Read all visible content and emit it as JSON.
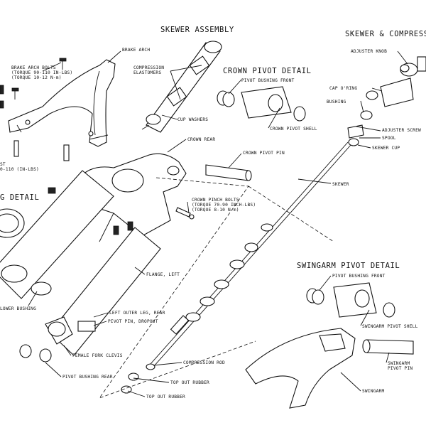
{
  "headers": {
    "skewer_assembly": "SKEWER ASSEMBLY",
    "skewer_compression": "SKEWER & COMPRESS",
    "crown_pivot_detail": "CROWN PIVOT DETAIL",
    "swingarm_pivot_detail": "SWINGARM PIVOT DETAIL",
    "bushing_detail_partial": "G DETAIL"
  },
  "labels": {
    "brake_arch": "BRAKE ARCH",
    "brake_arch_bolts": "BRAKE ARCH BOLTS\n(TORQUE 90-110 IN-LBS)\n(TORQUE 10-12 N-m)",
    "brake_partial": "ST\n0-110 (IN-LBS)",
    "compression_elastomers": "COMPRESSION\nELASTOMERS",
    "cup_washers": "CUP WASHERS",
    "pivot_bushing_front_crown": "PIVOT BUSHING FRONT",
    "crown_pivot_shell": "CROWN PIVOT SHELL",
    "crown_rear": "CROWN REAR",
    "crown_pivot_pin": "CROWN PIVOT PIN",
    "crown_pinch_bolts": "CROWN PINCH BOLTS\n(TORQUE 70-90 INCH-LBS)\n(TORQUE 8-10 N-m)",
    "skewer": "SKEWER",
    "adjuster_knob": "ADJUSTER KNOB",
    "cap_oring": "CAP O'RING",
    "bushing": "BUSHING",
    "adjuster_screw": "ADJUSTER SCREW",
    "spool": "SPOOL",
    "skewer_cup": "SKEWER CUP",
    "flange_left": "FLANGE, LEFT",
    "lower_bushing": "LOWER BUSHING",
    "left_outer_leg_rear": "LEFT OUTER LEG, REAR",
    "pivot_pin_dropout": "PIVOT PIN, DROPOUT",
    "female_fork_clevis": "FEMALE FORK CLEVIS",
    "pivot_bushing_rear": "PIVOT BUSHING REAR",
    "compression_rod": "COMPRESSION ROD",
    "top_out_rubber_1": "TOP OUT RUBBER",
    "top_out_rubber_2": "TOP OUT RUBBER",
    "pivot_bushing_front_swing": "PIVOT BUSHING FRONT",
    "swingarm_pivot_shell": "SWINGARM PIVOT SHELL",
    "swingarm_pivot_pin": "SWINGARM\nPIVOT PIN",
    "swingarm": "SWINGARM"
  }
}
